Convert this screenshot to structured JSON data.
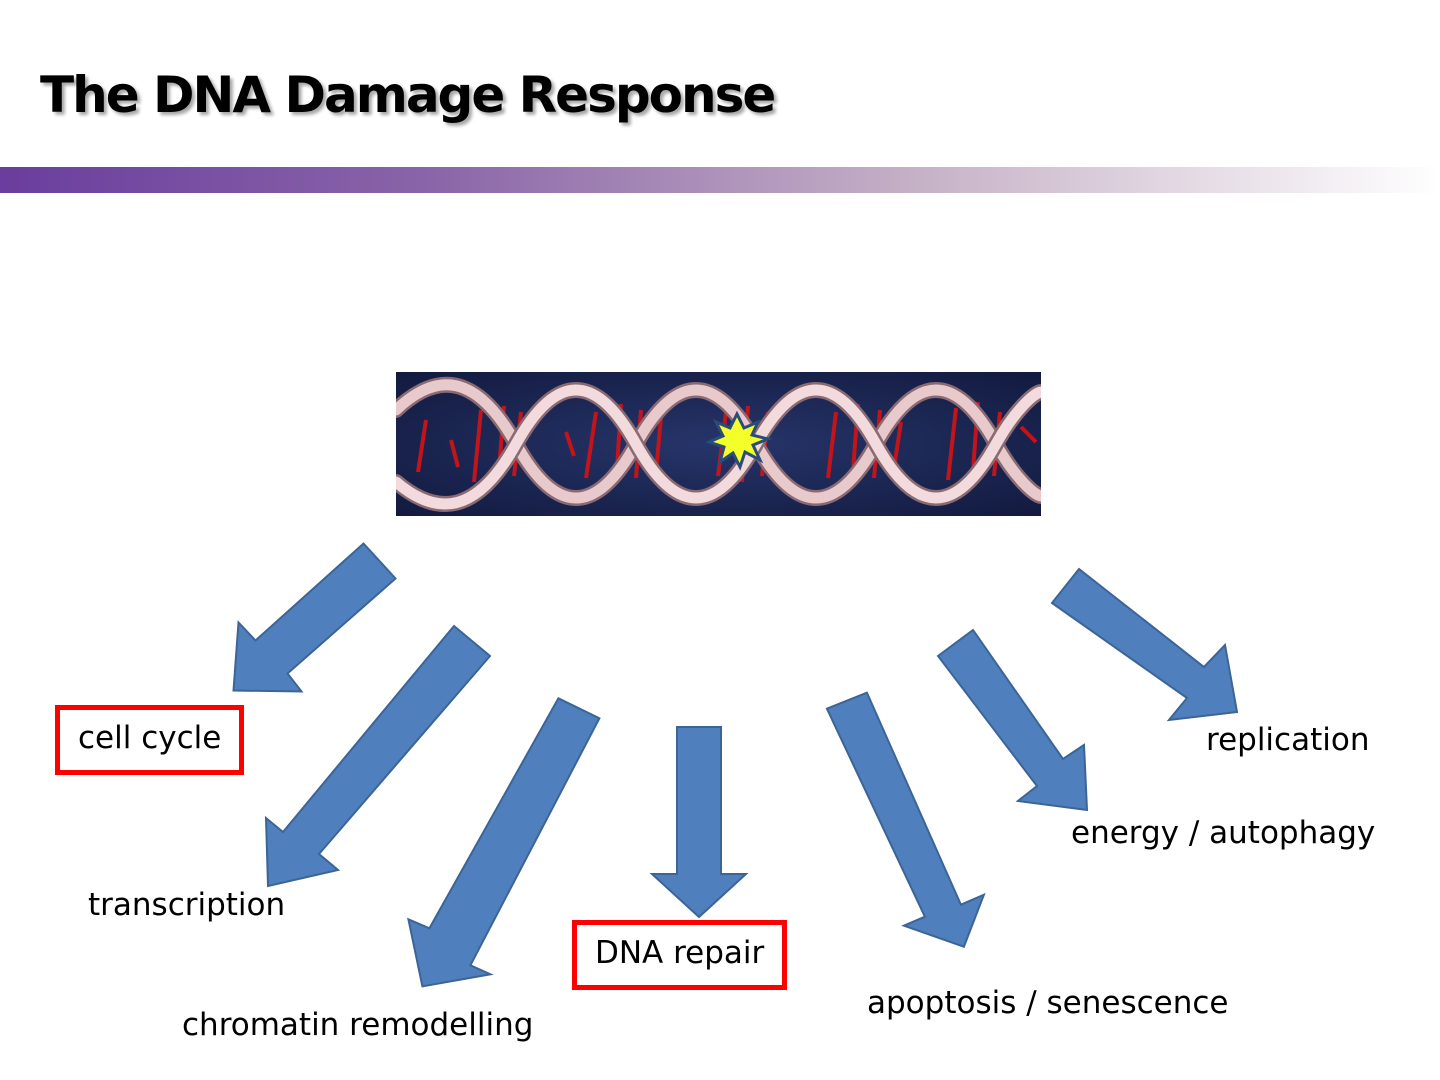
{
  "slide": {
    "title": "The DNA Damage Response"
  },
  "outcomes": {
    "cell_cycle": "cell cycle",
    "transcription": "transcription",
    "chromatin_remodelling": "chromatin remodelling",
    "dna_repair": "DNA repair",
    "apoptosis_senescence": "apoptosis / senescence",
    "energy_autophagy": "energy / autophagy",
    "replication": "replication"
  },
  "colors": {
    "arrow_fill": "#4f80bd",
    "highlight_border": "#ff0000",
    "title_rule_start": "#6a3d9e"
  },
  "highlighted": [
    "cell cycle",
    "DNA repair"
  ]
}
